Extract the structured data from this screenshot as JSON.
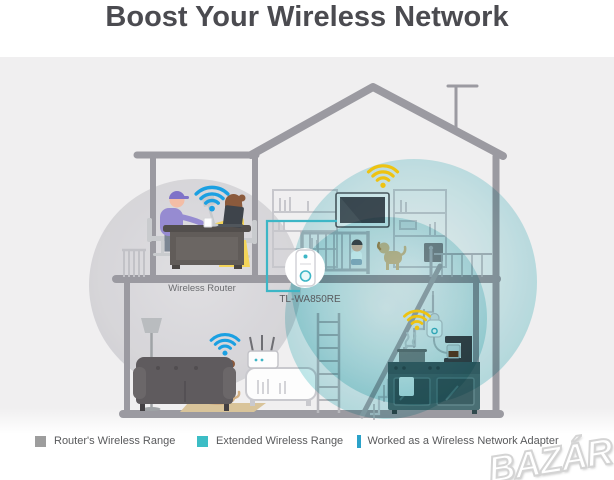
{
  "title": "Boost Your Wireless Network",
  "illustration": {
    "router_label": "Wireless Router",
    "extender_label": "TL-WA850RE",
    "wifi_blue": "#1ba0e2",
    "wifi_yellow": "#eec311",
    "connection_teal": "#3db6c6"
  },
  "legend": {
    "items": [
      {
        "label": "Router's Wireless Range",
        "swatch": "gray-square",
        "color": "#9d9d9d"
      },
      {
        "label": "Extended Wireless Range",
        "swatch": "teal-square",
        "color": "#3cbdc5"
      },
      {
        "label": "Worked as a Wireless Network Adapter",
        "swatch": "teal-bar",
        "color": "#2ba2c9"
      }
    ]
  },
  "watermark": "BAZÁR"
}
